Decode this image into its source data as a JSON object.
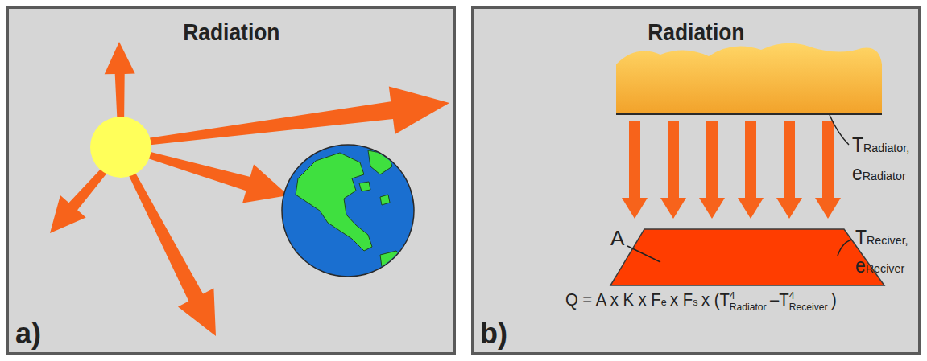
{
  "diagram": {
    "nodes": [
      {
        "text": [
          "Radiation",
          "a)"
        ]
      },
      {
        "text": [
          "Radiation",
          "b)"
        ]
      }
    ],
    "labels": [
      "T",
      "Radiator,",
      "e",
      "Radiator",
      "A",
      "T",
      "Reciver,",
      "e",
      "Reciver",
      "Q = A x K x F",
      "e",
      "x F",
      "s",
      "x (T",
      "4",
      "Radiator",
      "–T",
      "4",
      "Receiver",
      ")"
    ]
  }
}
